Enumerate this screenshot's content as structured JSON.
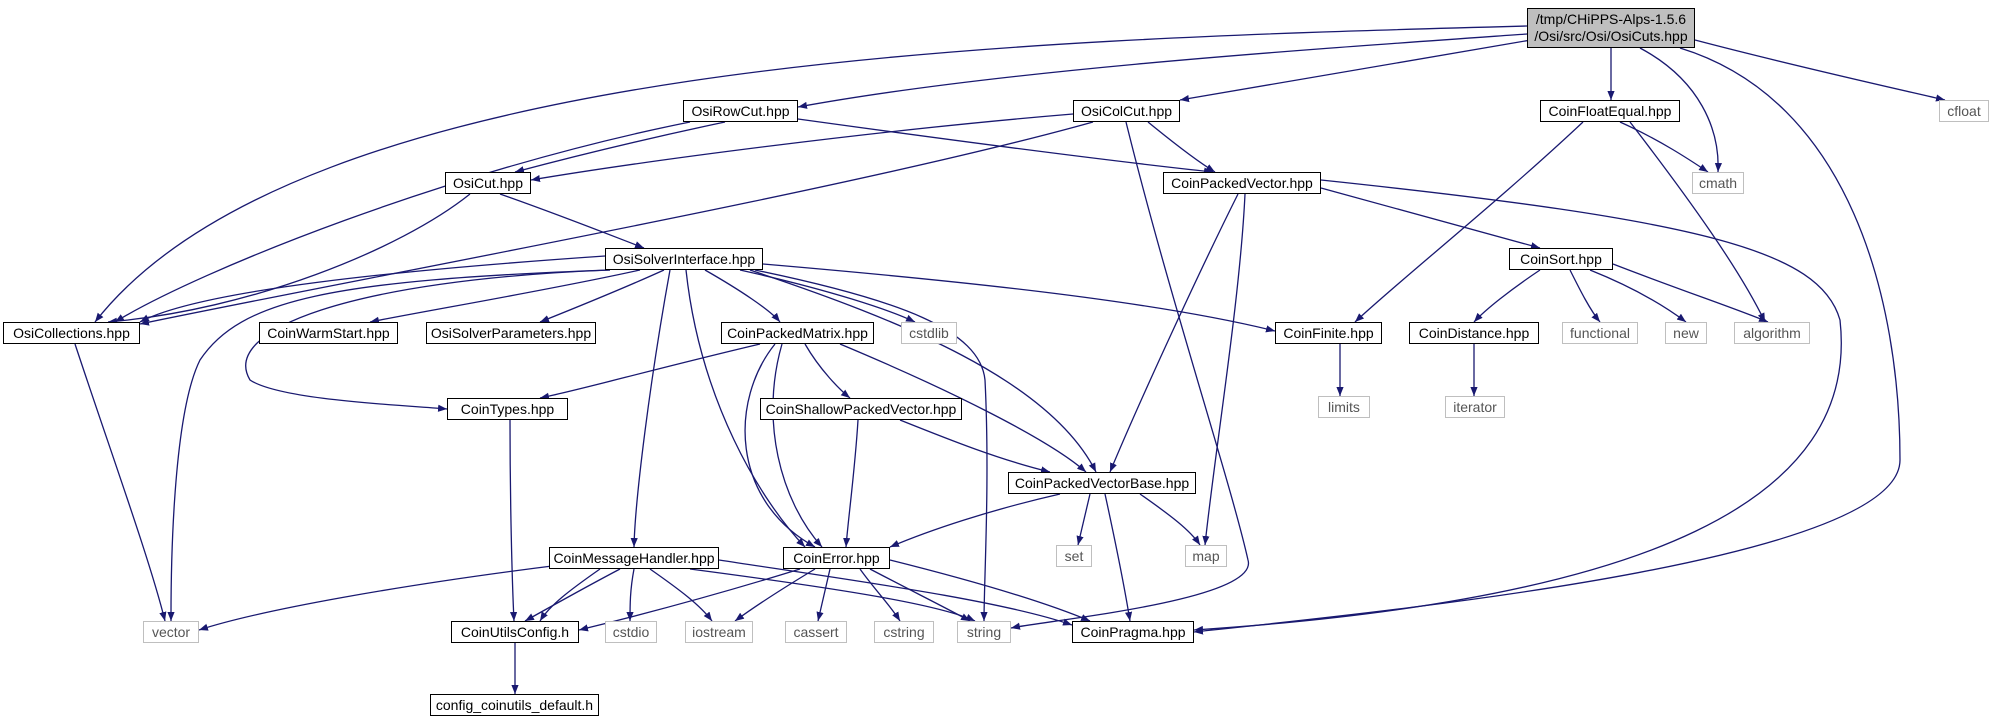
{
  "graph": {
    "root": {
      "line1": "/tmp/CHiPPS-Alps-1.5.6",
      "line2": "/Osi/src/Osi/OsiCuts.hpp"
    },
    "headers": {
      "osirowcut": "OsiRowCut.hpp",
      "osicolcut": "OsiColCut.hpp",
      "coinfloatequal": "CoinFloatEqual.hpp",
      "osicut": "OsiCut.hpp",
      "coinpackedvector": "CoinPackedVector.hpp",
      "osisolverinterface": "OsiSolverInterface.hpp",
      "coinsort": "CoinSort.hpp",
      "osicollections": "OsiCollections.hpp",
      "coinwarmstart": "CoinWarmStart.hpp",
      "osisolverparameters": "OsiSolverParameters.hpp",
      "coinpackedmatrix": "CoinPackedMatrix.hpp",
      "coinfinite": "CoinFinite.hpp",
      "coindistance": "CoinDistance.hpp",
      "cointypes": "CoinTypes.hpp",
      "coinshallowpackedvector": "CoinShallowPackedVector.hpp",
      "coinpackedvectorbase": "CoinPackedVectorBase.hpp",
      "coinmessagehandler": "CoinMessageHandler.hpp",
      "coinerror": "CoinError.hpp",
      "coinutilsconfig": "CoinUtilsConfig.h",
      "coinpragma": "CoinPragma.hpp",
      "config_coinutils_default": "config_coinutils_default.h"
    },
    "system": {
      "cfloat": "cfloat",
      "cmath": "cmath",
      "cstdlib": "cstdlib",
      "functional": "functional",
      "new": "new",
      "algorithm": "algorithm",
      "limits": "limits",
      "iterator": "iterator",
      "set": "set",
      "map": "map",
      "vector": "vector",
      "cstdio": "cstdio",
      "iostream": "iostream",
      "cassert": "cassert",
      "cstring": "cstring",
      "string": "string"
    },
    "colors": {
      "edge": "#191970",
      "root_fill": "#bfbfbf",
      "node_border": "#000000",
      "system_border": "#bfbfbf",
      "system_text": "#555555"
    }
  }
}
